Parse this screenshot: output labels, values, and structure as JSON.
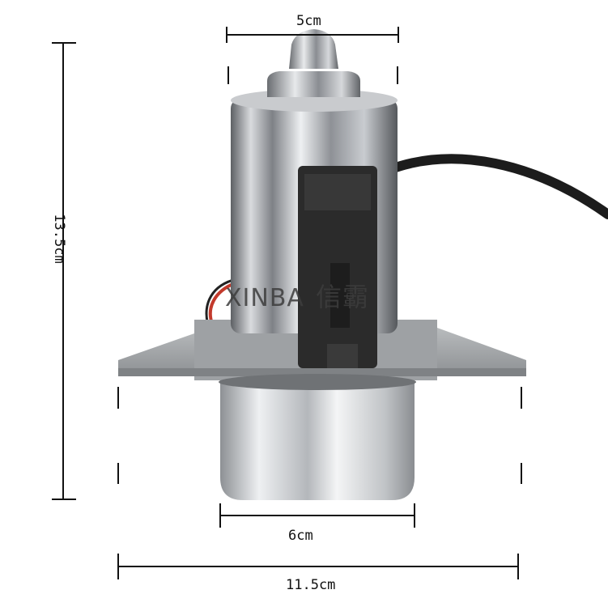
{
  "dimensions": {
    "top_width": "5cm",
    "base_width": "6cm",
    "flange_width": "11.5cm",
    "height": "13.5cm"
  },
  "watermark": {
    "latin": "XINBA",
    "cjk": "信霸"
  },
  "product": "electric vacuum pump",
  "colors": {
    "background": "#ffffff",
    "chrome": "#b9bcc0",
    "flange": "#a3a6a8",
    "connector": "#2b2b2b",
    "cable": "#1c1c1c",
    "dimension_line": "#111111"
  }
}
